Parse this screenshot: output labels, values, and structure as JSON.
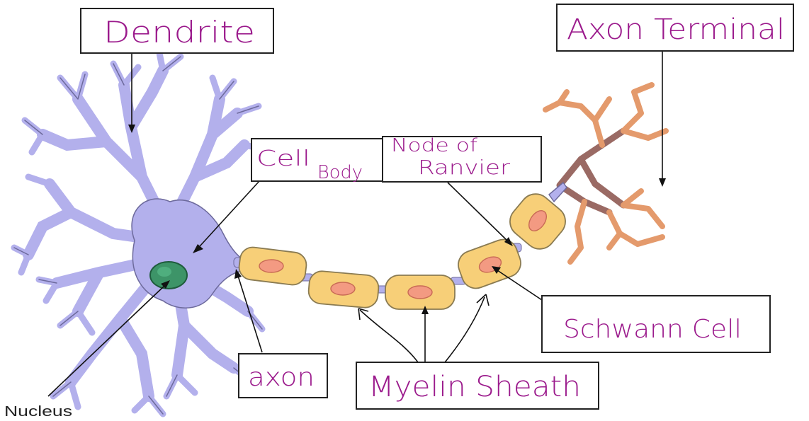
{
  "labels": {
    "dendrite": "Dendrite",
    "axon_terminal": "Axon Terminal",
    "cell_body_line1": "Cell",
    "cell_body_line2": "Body",
    "node_of_ranvier_line1": "Node of",
    "node_of_ranvier_line2": "Ranvier",
    "schwann_cell": "Schwann Cell",
    "axon": "axon",
    "myelin_sheath": "Myelin Sheath",
    "nucleus": "Nucleus"
  },
  "colors": {
    "handwriting": "#9b1a8c",
    "cell_body": "#b3b0ec",
    "nucleus": "#3d9468",
    "schwann_cell": "#f7cf78",
    "schwann_nucleus": "#f39a82",
    "axon_terminal": "#e49a6c"
  }
}
